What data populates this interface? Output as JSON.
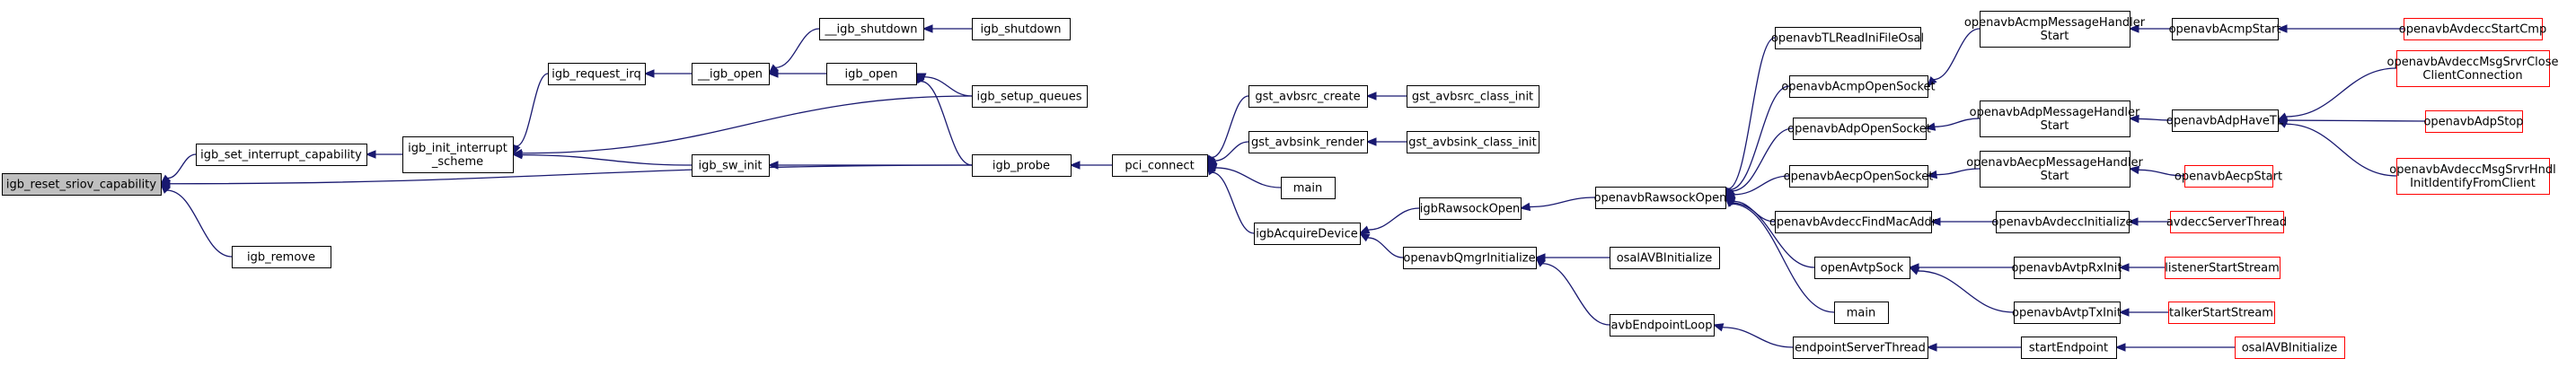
{
  "colors": {
    "edge": "#191970",
    "root_fill": "#bfbfbf",
    "node_border": "#000000",
    "leaf_border": "#ff0000"
  },
  "nodes": [
    {
      "id": "n_root",
      "lines": [
        "igb_reset_sriov_capability"
      ],
      "style": "root"
    },
    {
      "id": "n_igb_set_interrupt_capability",
      "lines": [
        "igb_set_interrupt_capability"
      ]
    },
    {
      "id": "n_igb_remove",
      "lines": [
        "igb_remove"
      ]
    },
    {
      "id": "n_igb_init_interrupt_scheme",
      "lines": [
        "igb_init_interrupt",
        "_scheme"
      ]
    },
    {
      "id": "n_igb_request_irq",
      "lines": [
        "igb_request_irq"
      ]
    },
    {
      "id": "n_igb_sw_init",
      "lines": [
        "igb_sw_init"
      ]
    },
    {
      "id": "n___igb_open",
      "lines": [
        "__igb_open"
      ]
    },
    {
      "id": "n___igb_shutdown",
      "lines": [
        "__igb_shutdown"
      ]
    },
    {
      "id": "n_igb_shutdown",
      "lines": [
        "igb_shutdown"
      ]
    },
    {
      "id": "n_igb_open",
      "lines": [
        "igb_open"
      ]
    },
    {
      "id": "n_igb_setup_queues",
      "lines": [
        "igb_setup_queues"
      ]
    },
    {
      "id": "n_igb_probe",
      "lines": [
        "igb_probe"
      ]
    },
    {
      "id": "n_pci_connect",
      "lines": [
        "pci_connect"
      ]
    },
    {
      "id": "n_gst_avbsrc_create",
      "lines": [
        "gst_avbsrc_create"
      ]
    },
    {
      "id": "n_gst_avbsrc_class_init",
      "lines": [
        "gst_avbsrc_class_init"
      ]
    },
    {
      "id": "n_gst_avbsink_render",
      "lines": [
        "gst_avbsink_render"
      ]
    },
    {
      "id": "n_gst_avbsink_class_init",
      "lines": [
        "gst_avbsink_class_init"
      ]
    },
    {
      "id": "n_main1",
      "lines": [
        "main"
      ]
    },
    {
      "id": "n_igbAcquireDevice",
      "lines": [
        "igbAcquireDevice"
      ]
    },
    {
      "id": "n_igbRawsockOpen",
      "lines": [
        "igbRawsockOpen"
      ]
    },
    {
      "id": "n_openavbQmgrInitialize",
      "lines": [
        "openavbQmgrInitialize"
      ]
    },
    {
      "id": "n_osalAVBInitialize1",
      "lines": [
        "osalAVBInitialize"
      ]
    },
    {
      "id": "n_avbEndpointLoop",
      "lines": [
        "avbEndpointLoop"
      ]
    },
    {
      "id": "n_endpointServerThread",
      "lines": [
        "endpointServerThread"
      ]
    },
    {
      "id": "n_startEndpoint",
      "lines": [
        "startEndpoint"
      ]
    },
    {
      "id": "n_osalAVBInitialize2",
      "lines": [
        "osalAVBInitialize"
      ],
      "style": "red"
    },
    {
      "id": "n_openavbRawsockOpen",
      "lines": [
        "openavbRawsockOpen"
      ]
    },
    {
      "id": "n_openavbTLReadIniFileOsal",
      "lines": [
        "openavbTLReadIniFileOsal"
      ]
    },
    {
      "id": "n_openavbAcmpOpenSocket",
      "lines": [
        "openavbAcmpOpenSocket"
      ]
    },
    {
      "id": "n_openavbAdpOpenSocket",
      "lines": [
        "openavbAdpOpenSocket"
      ]
    },
    {
      "id": "n_openavbAecpOpenSocket",
      "lines": [
        "openavbAecpOpenSocket"
      ]
    },
    {
      "id": "n_openavbAvdeccFindMacAddr",
      "lines": [
        "openavbAvdeccFindMacAddr"
      ]
    },
    {
      "id": "n_openAvtpSock",
      "lines": [
        "openAvtpSock"
      ]
    },
    {
      "id": "n_main2",
      "lines": [
        "main"
      ]
    },
    {
      "id": "n_openavbAcmpMessageHandlerStart",
      "lines": [
        "openavbAcmpMessageHandler",
        "Start"
      ]
    },
    {
      "id": "n_openavbAdpMessageHandlerStart",
      "lines": [
        "openavbAdpMessageHandler",
        "Start"
      ]
    },
    {
      "id": "n_openavbAecpMessageHandlerStart",
      "lines": [
        "openavbAecpMessageHandler",
        "Start"
      ]
    },
    {
      "id": "n_openavbAvdeccInitialize",
      "lines": [
        "openavbAvdeccInitialize"
      ]
    },
    {
      "id": "n_openavbAvtpRxInit",
      "lines": [
        "openavbAvtpRxInit"
      ]
    },
    {
      "id": "n_openavbAvtpTxInit",
      "lines": [
        "openavbAvtpTxInit"
      ]
    },
    {
      "id": "n_openavbAcmpStart",
      "lines": [
        "openavbAcmpStart"
      ]
    },
    {
      "id": "n_openavbAdpHaveTL",
      "lines": [
        "openavbAdpHaveTL"
      ]
    },
    {
      "id": "n_openavbAecpStart",
      "lines": [
        "openavbAecpStart"
      ],
      "style": "red"
    },
    {
      "id": "n_avdeccServerThread",
      "lines": [
        "avdeccServerThread"
      ],
      "style": "red"
    },
    {
      "id": "n_listenerStartStream",
      "lines": [
        "listenerStartStream"
      ],
      "style": "red"
    },
    {
      "id": "n_talkerStartStream",
      "lines": [
        "talkerStartStream"
      ],
      "style": "red"
    },
    {
      "id": "n_openavbAvdeccStartCmp",
      "lines": [
        "openavbAvdeccStartCmp"
      ],
      "style": "red"
    },
    {
      "id": "n_openavbAvdeccMsgSrvrCloseClientConnection",
      "lines": [
        "openavbAvdeccMsgSrvrClose",
        "ClientConnection"
      ],
      "style": "red"
    },
    {
      "id": "n_openavbAdpStop",
      "lines": [
        "openavbAdpStop"
      ],
      "style": "red"
    },
    {
      "id": "n_openavbAvdeccMsgSrvrHndlInitIdentifyFromClient",
      "lines": [
        "openavbAvdeccMsgSrvrHndl",
        "InitIdentifyFromClient"
      ],
      "style": "red"
    }
  ],
  "edges": [
    [
      "n_igb_set_interrupt_capability",
      "n_root"
    ],
    [
      "n_igb_remove",
      "n_root"
    ],
    [
      "n_igb_probe",
      "n_root"
    ],
    [
      "n_igb_init_interrupt_scheme",
      "n_igb_set_interrupt_capability"
    ],
    [
      "n_igb_request_irq",
      "n_igb_init_interrupt_scheme"
    ],
    [
      "n_igb_sw_init",
      "n_igb_init_interrupt_scheme"
    ],
    [
      "n_igb_setup_queues",
      "n_igb_init_interrupt_scheme"
    ],
    [
      "n___igb_open",
      "n_igb_request_irq"
    ],
    [
      "n_igb_probe",
      "n_igb_sw_init"
    ],
    [
      "n___igb_shutdown",
      "n___igb_open"
    ],
    [
      "n_igb_open",
      "n___igb_open"
    ],
    [
      "n_igb_shutdown",
      "n___igb_shutdown"
    ],
    [
      "n_igb_setup_queues",
      "n_igb_open"
    ],
    [
      "n_igb_probe",
      "n_igb_open"
    ],
    [
      "n_pci_connect",
      "n_igb_probe"
    ],
    [
      "n_gst_avbsrc_create",
      "n_pci_connect"
    ],
    [
      "n_gst_avbsink_render",
      "n_pci_connect"
    ],
    [
      "n_main1",
      "n_pci_connect"
    ],
    [
      "n_igbAcquireDevice",
      "n_pci_connect"
    ],
    [
      "n_gst_avbsrc_class_init",
      "n_gst_avbsrc_create"
    ],
    [
      "n_gst_avbsink_class_init",
      "n_gst_avbsink_render"
    ],
    [
      "n_igbRawsockOpen",
      "n_igbAcquireDevice"
    ],
    [
      "n_openavbQmgrInitialize",
      "n_igbAcquireDevice"
    ],
    [
      "n_openavbRawsockOpen",
      "n_igbRawsockOpen"
    ],
    [
      "n_osalAVBInitialize1",
      "n_openavbQmgrInitialize"
    ],
    [
      "n_avbEndpointLoop",
      "n_openavbQmgrInitialize"
    ],
    [
      "n_endpointServerThread",
      "n_avbEndpointLoop"
    ],
    [
      "n_startEndpoint",
      "n_endpointServerThread"
    ],
    [
      "n_osalAVBInitialize2",
      "n_startEndpoint"
    ],
    [
      "n_openavbTLReadIniFileOsal",
      "n_openavbRawsockOpen"
    ],
    [
      "n_openavbAcmpOpenSocket",
      "n_openavbRawsockOpen"
    ],
    [
      "n_openavbAdpOpenSocket",
      "n_openavbRawsockOpen"
    ],
    [
      "n_openavbAecpOpenSocket",
      "n_openavbRawsockOpen"
    ],
    [
      "n_openavbAvdeccFindMacAddr",
      "n_openavbRawsockOpen"
    ],
    [
      "n_openAvtpSock",
      "n_openavbRawsockOpen"
    ],
    [
      "n_main2",
      "n_openavbRawsockOpen"
    ],
    [
      "n_openavbAcmpMessageHandlerStart",
      "n_openavbAcmpOpenSocket"
    ],
    [
      "n_openavbAdpMessageHandlerStart",
      "n_openavbAdpOpenSocket"
    ],
    [
      "n_openavbAecpMessageHandlerStart",
      "n_openavbAecpOpenSocket"
    ],
    [
      "n_openavbAvdeccInitialize",
      "n_openavbAvdeccFindMacAddr"
    ],
    [
      "n_openavbAvtpRxInit",
      "n_openAvtpSock"
    ],
    [
      "n_openavbAvtpTxInit",
      "n_openAvtpSock"
    ],
    [
      "n_openavbAcmpStart",
      "n_openavbAcmpMessageHandlerStart"
    ],
    [
      "n_openavbAdpHaveTL",
      "n_openavbAdpMessageHandlerStart"
    ],
    [
      "n_openavbAecpStart",
      "n_openavbAecpMessageHandlerStart"
    ],
    [
      "n_avdeccServerThread",
      "n_openavbAvdeccInitialize"
    ],
    [
      "n_listenerStartStream",
      "n_openavbAvtpRxInit"
    ],
    [
      "n_talkerStartStream",
      "n_openavbAvtpTxInit"
    ],
    [
      "n_openavbAvdeccStartCmp",
      "n_openavbAcmpStart"
    ],
    [
      "n_openavbAvdeccMsgSrvrCloseClientConnection",
      "n_openavbAdpHaveTL"
    ],
    [
      "n_openavbAdpStop",
      "n_openavbAdpHaveTL"
    ],
    [
      "n_openavbAvdeccMsgSrvrHndlInitIdentifyFromClient",
      "n_openavbAdpHaveTL"
    ]
  ]
}
